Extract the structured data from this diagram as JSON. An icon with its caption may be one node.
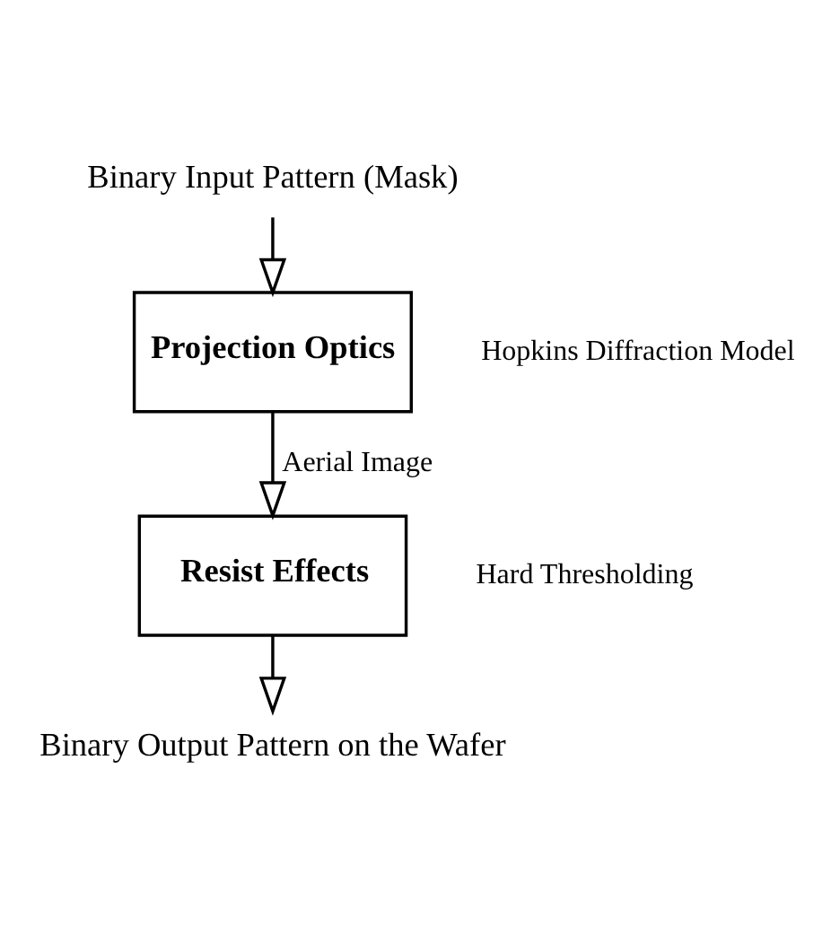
{
  "diagram": {
    "nodes": [
      {
        "text": [
          "Binary Input Pattern (Mask)"
        ]
      },
      {
        "text": [
          "Projection Optics"
        ],
        "beside": [
          "Hopkins Diffraction Model"
        ]
      },
      {
        "text": [
          "Resist Effects"
        ],
        "beside": [
          "Hard Thresholding"
        ]
      },
      {
        "text": [
          "Binary Output Pattern on the Wafer"
        ]
      }
    ],
    "edges": [
      {
        "from": 0,
        "to": 1,
        "arrow": "to"
      },
      {
        "from": 1,
        "to": 2,
        "arrow": "to",
        "label": "Aerial Image"
      },
      {
        "from": 2,
        "to": 3,
        "arrow": "to"
      }
    ]
  }
}
